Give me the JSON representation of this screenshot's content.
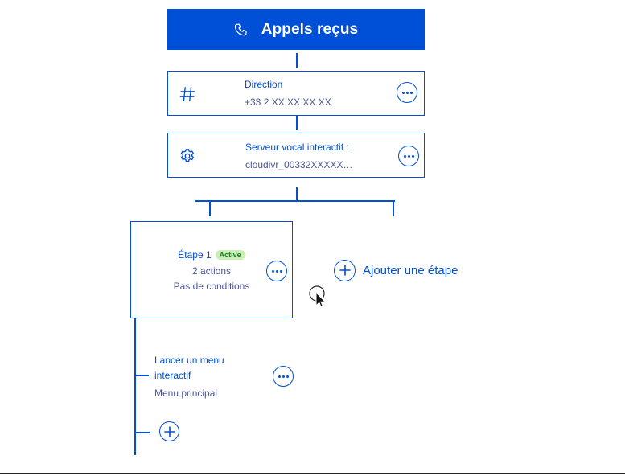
{
  "header": {
    "title": "Appels reçus",
    "icon": "phone-icon"
  },
  "direction_card": {
    "title": "Direction",
    "number": "+33 2 XX XX XX XX",
    "icon": "hash-icon"
  },
  "ivr_card": {
    "title": "Serveur vocal interactif :",
    "value": "cloudivr_00332XXXXX…",
    "icon": "gear-icon"
  },
  "step": {
    "title": "Étape 1",
    "badge": "Active",
    "actions": "2 actions",
    "conditions": "Pas de conditions"
  },
  "add_step": {
    "label": "Ajouter une étape"
  },
  "action": {
    "title": "Lancer un menu interactif",
    "subtitle": "Menu principal"
  },
  "colors": {
    "primary": "#0050d7",
    "text": "#4d5693",
    "badge_bg": "#c9efb3",
    "badge_text": "#1c7a2d"
  }
}
